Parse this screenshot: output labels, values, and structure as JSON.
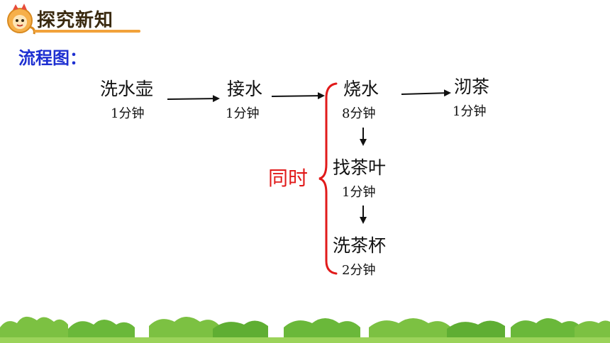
{
  "header": {
    "title": "探究新知",
    "icon": "cartoon-character-icon"
  },
  "section": {
    "title": "流程图："
  },
  "steps": [
    {
      "name": "洗水壶",
      "duration": "1分钟"
    },
    {
      "name": "接水",
      "duration": "1分钟"
    },
    {
      "name": "烧水",
      "duration": "8分钟"
    },
    {
      "name": "沏茶",
      "duration": "1分钟"
    },
    {
      "name": "找茶叶",
      "duration": "1分钟"
    },
    {
      "name": "洗茶杯",
      "duration": "2分钟"
    }
  ],
  "simultaneous": {
    "label": "同时"
  },
  "colors": {
    "section_title": "#1d2fd1",
    "simultaneous": "#e11a1a",
    "header_accent": "#f2a23a",
    "grass": "#6ab83a"
  }
}
